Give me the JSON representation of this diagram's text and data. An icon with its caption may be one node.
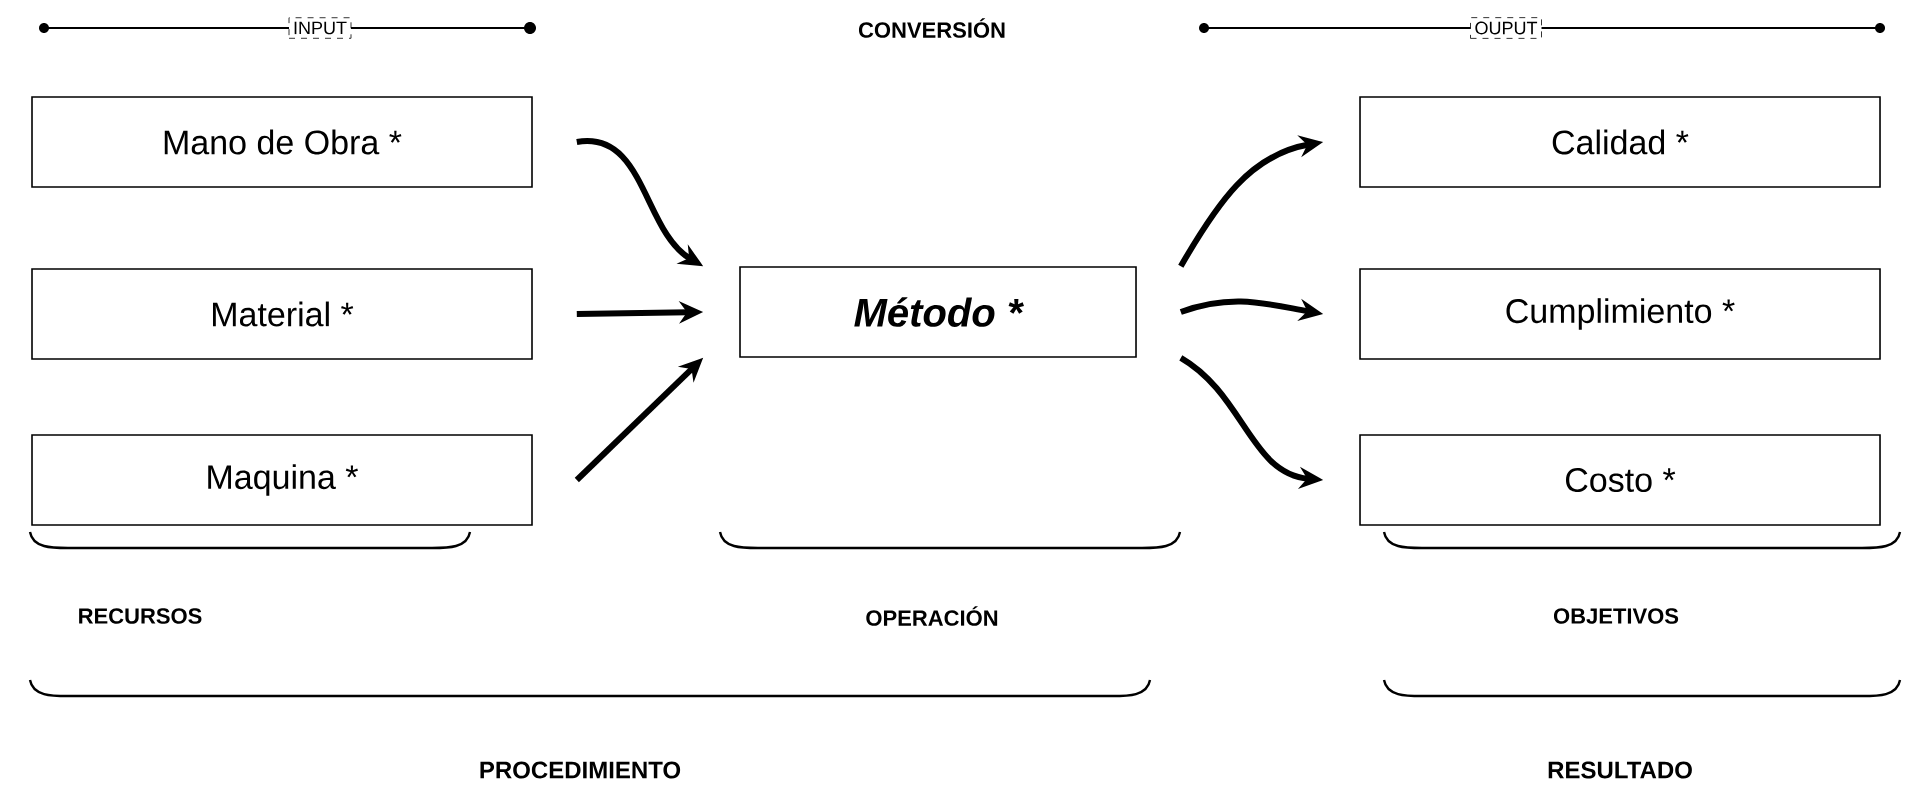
{
  "diagram": {
    "nodes": [
      {
        "text": [
          "Mano de Obra *"
        ]
      },
      {
        "text": [
          "Material *"
        ]
      },
      {
        "text": [
          "Maquina *"
        ]
      },
      {
        "text": [
          "Método *"
        ]
      },
      {
        "text": [
          "Calidad *"
        ]
      },
      {
        "text": [
          "Cumplimiento *"
        ]
      },
      {
        "text": [
          "Costo *"
        ]
      }
    ],
    "edges": [
      {
        "from": 0,
        "to": 3,
        "arrow": "to"
      },
      {
        "from": 1,
        "to": 3,
        "arrow": "to"
      },
      {
        "from": 2,
        "to": 3,
        "arrow": "to"
      },
      {
        "from": 3,
        "to": 4,
        "arrow": "to"
      },
      {
        "from": 3,
        "to": 5,
        "arrow": "to"
      },
      {
        "from": 3,
        "to": 6,
        "arrow": "to"
      }
    ],
    "labels": [
      "INPUT",
      "CONVERSIÓN",
      "OUPUT",
      "RECURSOS",
      "OPERACIÓN",
      "OBJETIVOS",
      "PROCEDIMIENTO",
      "RESULTADO"
    ]
  }
}
